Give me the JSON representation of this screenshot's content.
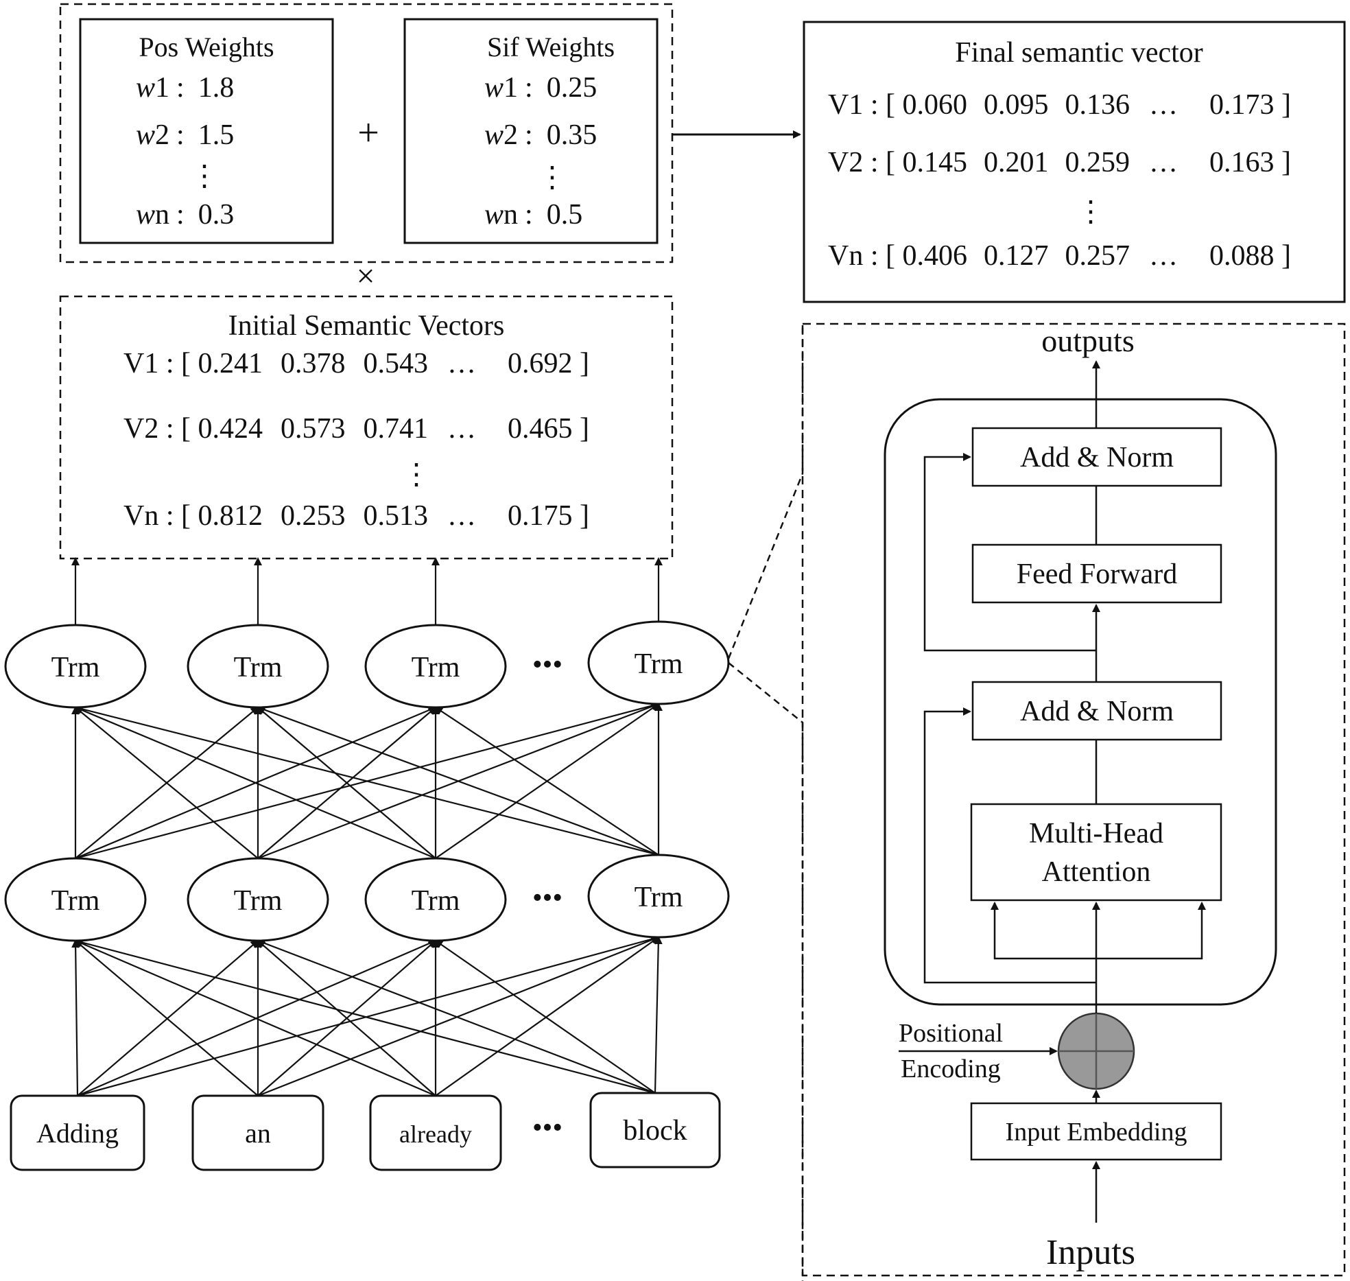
{
  "pos_weights": {
    "title": "Pos Weights",
    "rows": [
      {
        "var": "w",
        "idx": "1",
        "sep": ":",
        "value": "1.8"
      },
      {
        "var": "w",
        "idx": "2",
        "sep": ":",
        "value": "1.5"
      },
      {
        "var": "w",
        "idx": "n",
        "sep": ":",
        "value": "0.3"
      }
    ]
  },
  "sif_weights": {
    "title": "Sif Weights",
    "rows": [
      {
        "var": "w",
        "idx": "1",
        "sep": ":",
        "value": "0.25"
      },
      {
        "var": "w",
        "idx": "2",
        "sep": ":",
        "value": "0.35"
      },
      {
        "var": "w",
        "idx": "n",
        "sep": ":",
        "value": "0.5"
      }
    ]
  },
  "operators": {
    "plus": "+",
    "times": "×"
  },
  "ellipsis_v": "⋮",
  "ellipsis_h": "…",
  "dots": "•••",
  "final_vector": {
    "title": "Final semantic vector",
    "rows": [
      {
        "name": "V1",
        "values": [
          "0.060",
          "0.095",
          "0.136",
          "…",
          "0.173"
        ]
      },
      {
        "name": "V2",
        "values": [
          "0.145",
          "0.201",
          "0.259",
          "…",
          "0.163"
        ]
      },
      {
        "name": "Vn",
        "values": [
          "0.406",
          "0.127",
          "0.257",
          "…",
          "0.088"
        ]
      }
    ]
  },
  "initial_vectors": {
    "title": "Initial Semantic Vectors",
    "rows": [
      {
        "name": "V1",
        "values": [
          "0.241",
          "0.378",
          "0.543",
          "…",
          "0.692"
        ]
      },
      {
        "name": "V2",
        "values": [
          "0.424",
          "0.573",
          "0.741",
          "…",
          "0.465"
        ]
      },
      {
        "name": "Vn",
        "values": [
          "0.812",
          "0.253",
          "0.513",
          "…",
          "0.175"
        ]
      }
    ]
  },
  "trm_label": "Trm",
  "tokens": [
    "Adding",
    "an",
    "already",
    "block"
  ],
  "transformer": {
    "outputs": "outputs",
    "add_norm_top": "Add & Norm",
    "feed_forward": "Feed Forward",
    "add_norm_bottom": "Add & Norm",
    "mha_line1": "Multi-Head",
    "mha_line2": "Attention",
    "pos_enc_line1": "Positional",
    "pos_enc_line2": "Encoding",
    "input_embedding": "Input Embedding",
    "inputs": "Inputs"
  },
  "colors": {
    "line": "#111111",
    "add_circle": "#999999"
  }
}
